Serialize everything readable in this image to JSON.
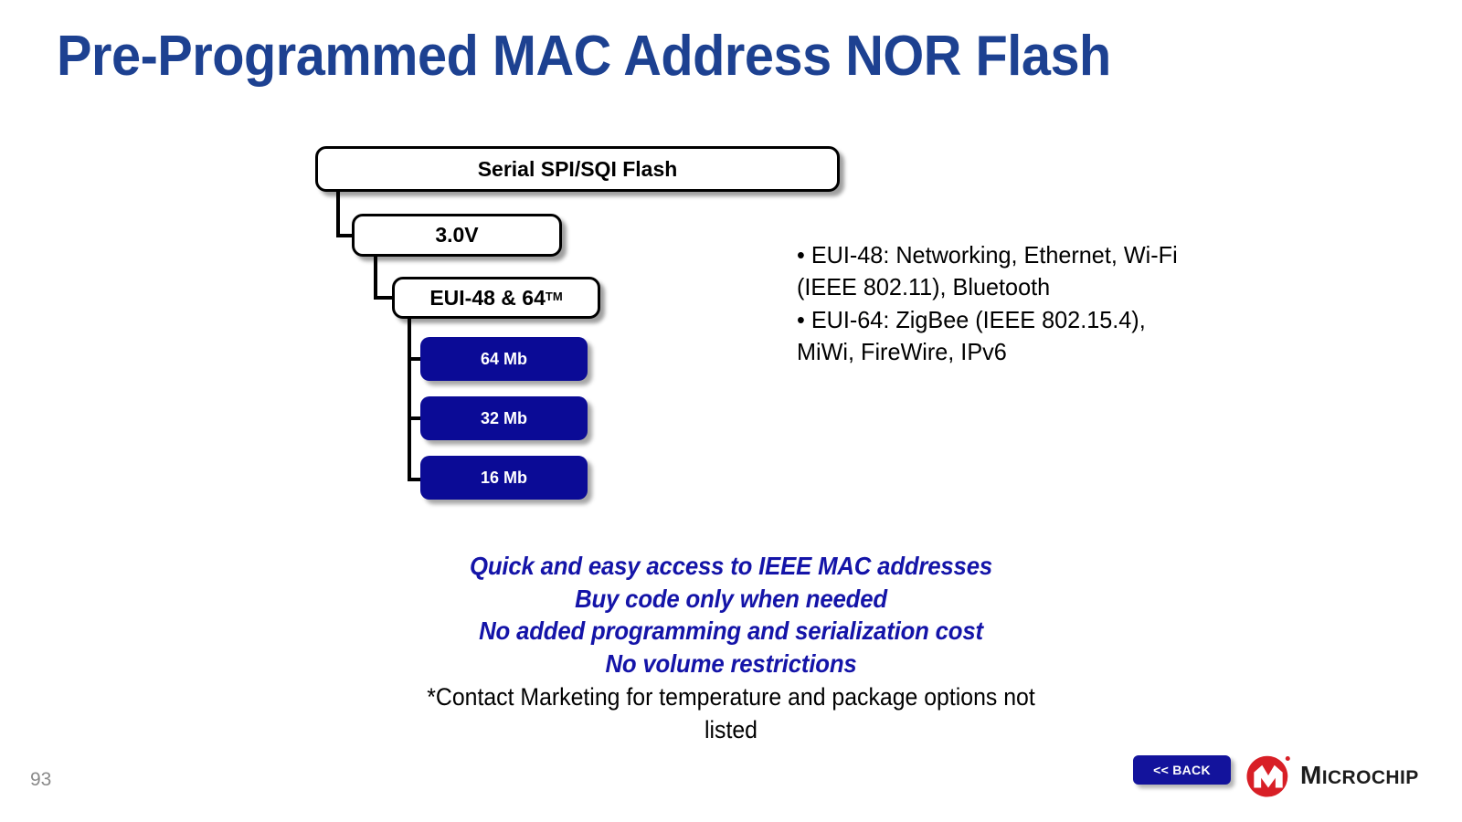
{
  "slide": {
    "title": "Pre-Programmed MAC Address NOR Flash",
    "page_number": "93"
  },
  "diagram": {
    "nodes": [
      {
        "label": "Serial SPI/SQI Flash",
        "style": "white"
      },
      {
        "label": "3.0V",
        "style": "white"
      },
      {
        "label": "EUI-48 & 64",
        "suffix": "TM",
        "style": "white"
      },
      {
        "label": "64 Mb",
        "style": "blue"
      },
      {
        "label": "32 Mb",
        "style": "blue"
      },
      {
        "label": "16 Mb",
        "style": "blue"
      }
    ]
  },
  "bullets": {
    "lines": [
      "• EUI-48: Networking, Ethernet, Wi-Fi",
      "(IEEE 802.11), Bluetooth",
      "• EUI-64: ZigBee (IEEE 802.15.4),",
      "MiWi, FireWire, IPv6"
    ]
  },
  "benefits": {
    "highlight_lines": [
      "Quick and easy access to IEEE MAC addresses",
      "Buy code only when needed",
      "No added programming and serialization cost",
      "No volume restrictions"
    ],
    "note_lines": [
      "*Contact Marketing for temperature and package options not",
      "listed"
    ]
  },
  "footer": {
    "back_label": "<< BACK",
    "logo_word_first": "M",
    "logo_word_rest": "ICROCHIP"
  },
  "colors": {
    "title_blue": "#1d4191",
    "benefit_blue": "#1414a8",
    "node_blue": "#0b0b96",
    "button_blue": "#13139c",
    "logo_red": "#d81f26",
    "page_number_gray": "#8a8a8a"
  }
}
